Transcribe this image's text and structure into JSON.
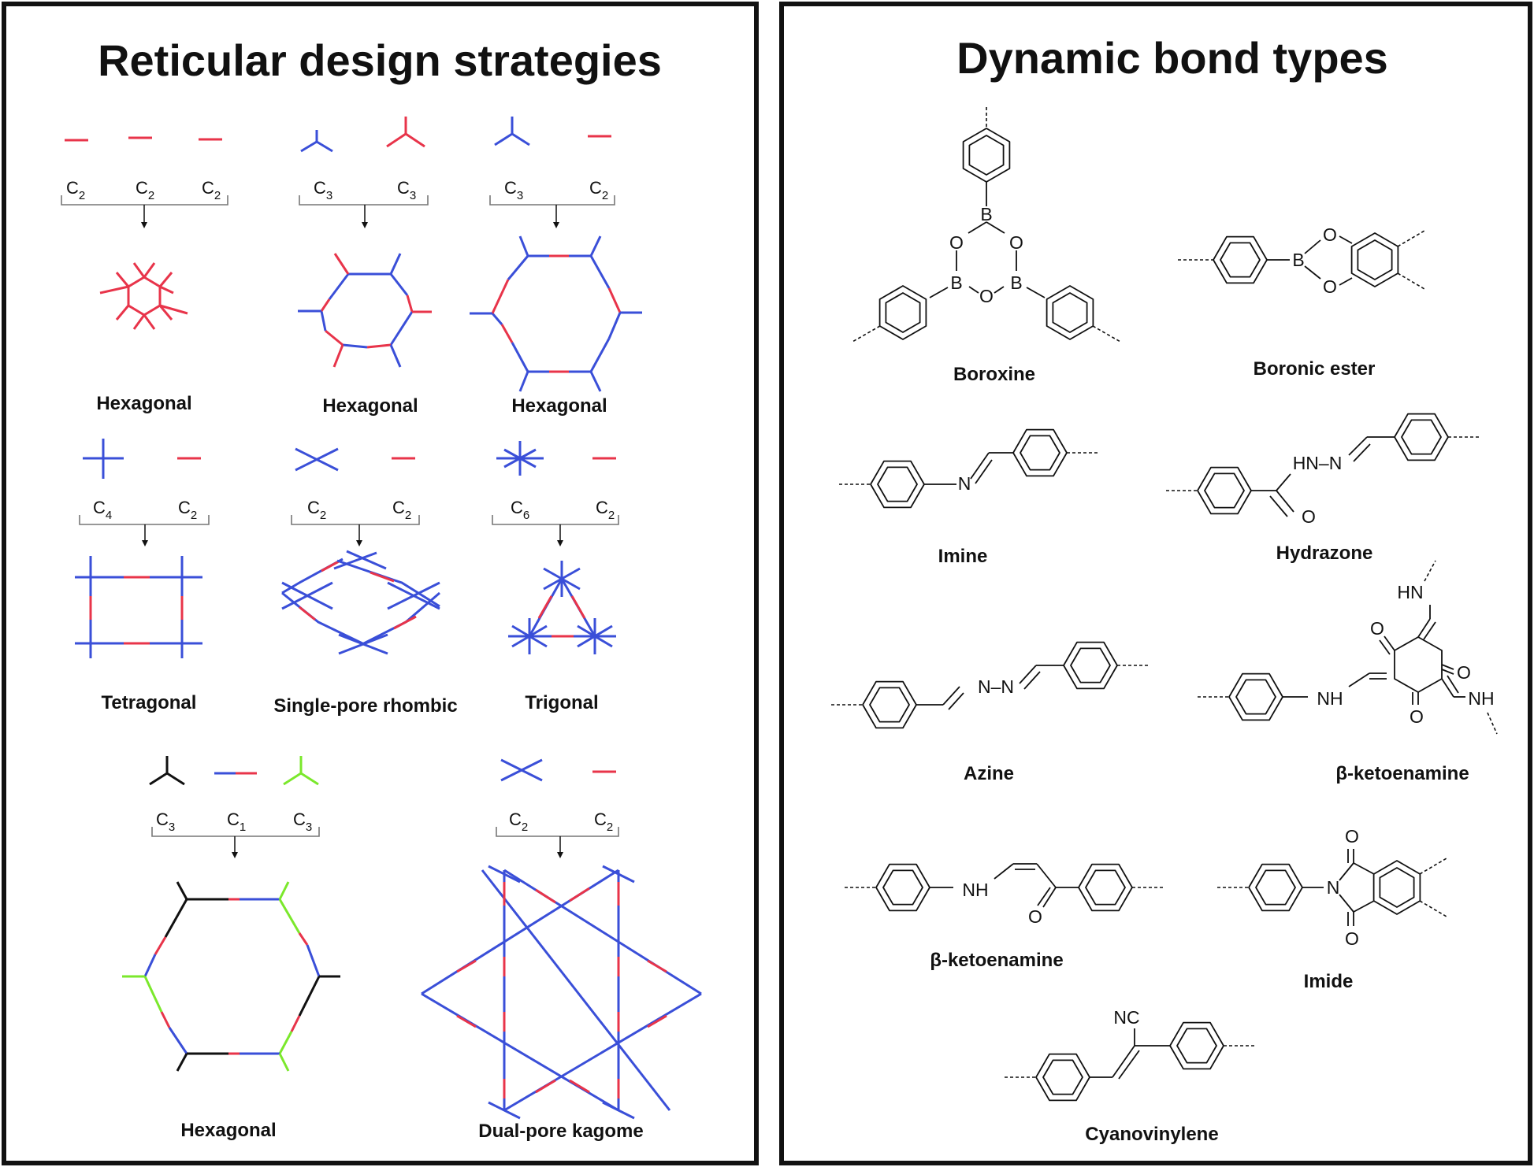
{
  "left_panel": {
    "title": "Reticular design strategies",
    "sym": {
      "c1": "C",
      "c1sub": "1",
      "c2": "C",
      "c2sub": "2",
      "c3": "C",
      "c3sub": "3",
      "c4": "C",
      "c4sub": "4",
      "c6": "C",
      "c6sub": "6"
    },
    "labels": {
      "hex1": "Hexagonal",
      "hex2": "Hexagonal",
      "hex3": "Hexagonal",
      "tetragonal": "Tetragonal",
      "rhombic": "Single-pore rhombic",
      "trigonal": "Trigonal",
      "hex4": "Hexagonal",
      "kagome": "Dual-pore kagome"
    }
  },
  "right_panel": {
    "title": "Dynamic bond types",
    "labels": {
      "boroxine": "Boroxine",
      "boronic_ester": "Boronic ester",
      "imine": "Imine",
      "hydrazone": "Hydrazone",
      "azine": "Azine",
      "ketoenamine1": "β-ketoenamine",
      "ketoenamine2": "β-ketoenamine",
      "imide": "Imide",
      "cyanovinylene": "Cyanovinylene"
    },
    "atoms": {
      "B": "B",
      "O": "O",
      "N": "N",
      "NH": "NH",
      "HN": "HN",
      "HNN": "HN–N",
      "NN": "N–N",
      "NC": "NC"
    }
  },
  "colors": {
    "blue": "#3a4fd8",
    "red": "#e8344a",
    "green": "#7be82c",
    "black": "#111111"
  }
}
